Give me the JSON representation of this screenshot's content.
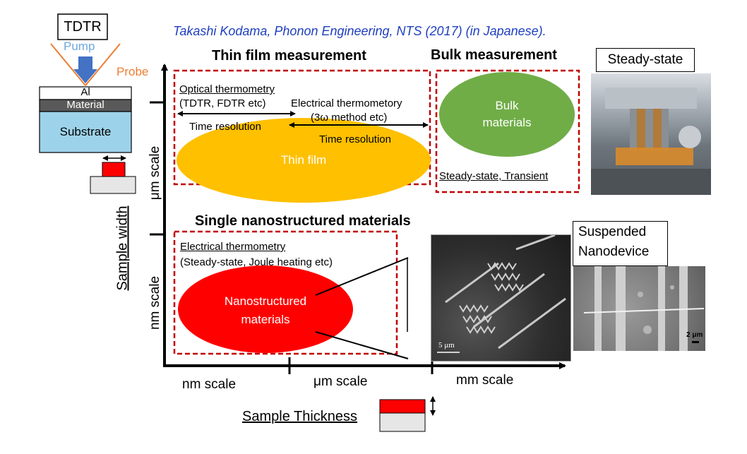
{
  "citation": "Takashi Kodama, Phonon Engineering, NTS (2017) (in Japanese).",
  "tdtr": {
    "label": "TDTR",
    "pump": "Pump",
    "probe": "Probe",
    "al": "Al",
    "material": "Material",
    "substrate": "Substrate"
  },
  "axes": {
    "y_label": "Sample width",
    "y_um": "μm scale",
    "y_nm": "nm scale",
    "x_label": "Sample Thickness",
    "x_nm": "nm scale",
    "x_um": "μm scale",
    "x_mm": "mm scale"
  },
  "thin_film": {
    "heading": "Thin film measurement",
    "optical_title": "Optical thermometry",
    "optical_sub": "(TDTR, FDTR etc)",
    "electrical_title": "Electrical thermometory",
    "electrical_sub": "(3ω method etc)",
    "time_res_1": "Time resolution",
    "time_res_2": "Time resolution",
    "ellipse_label": "Thin film"
  },
  "bulk": {
    "heading": "Bulk measurement",
    "ellipse_line1": "Bulk",
    "ellipse_line2": "materials",
    "method": "Steady-state, Transient"
  },
  "nano": {
    "heading": "Single nanostructured materials",
    "method_title": "Electrical thermometry",
    "method_sub": "(Steady-state, Joule heating etc)",
    "ellipse_line1": "Nanostructured",
    "ellipse_line2": "materials",
    "scale_bar": "5 μm"
  },
  "photos": {
    "steady_state": "Steady-state",
    "suspended_line1": "Suspended",
    "suspended_line2": "Nanodevice",
    "scale_2um": "2 μm"
  },
  "colors": {
    "thin_film": "#ffc000",
    "bulk": "#70ad47",
    "nano": "#ff0000",
    "dashed_box": "#c00000",
    "citation": "#1f3fbf",
    "substrate": "#9dd3ea",
    "material": "#595959",
    "arrow_blue": "#4472c4",
    "arrow_orange": "#ed7d31"
  }
}
